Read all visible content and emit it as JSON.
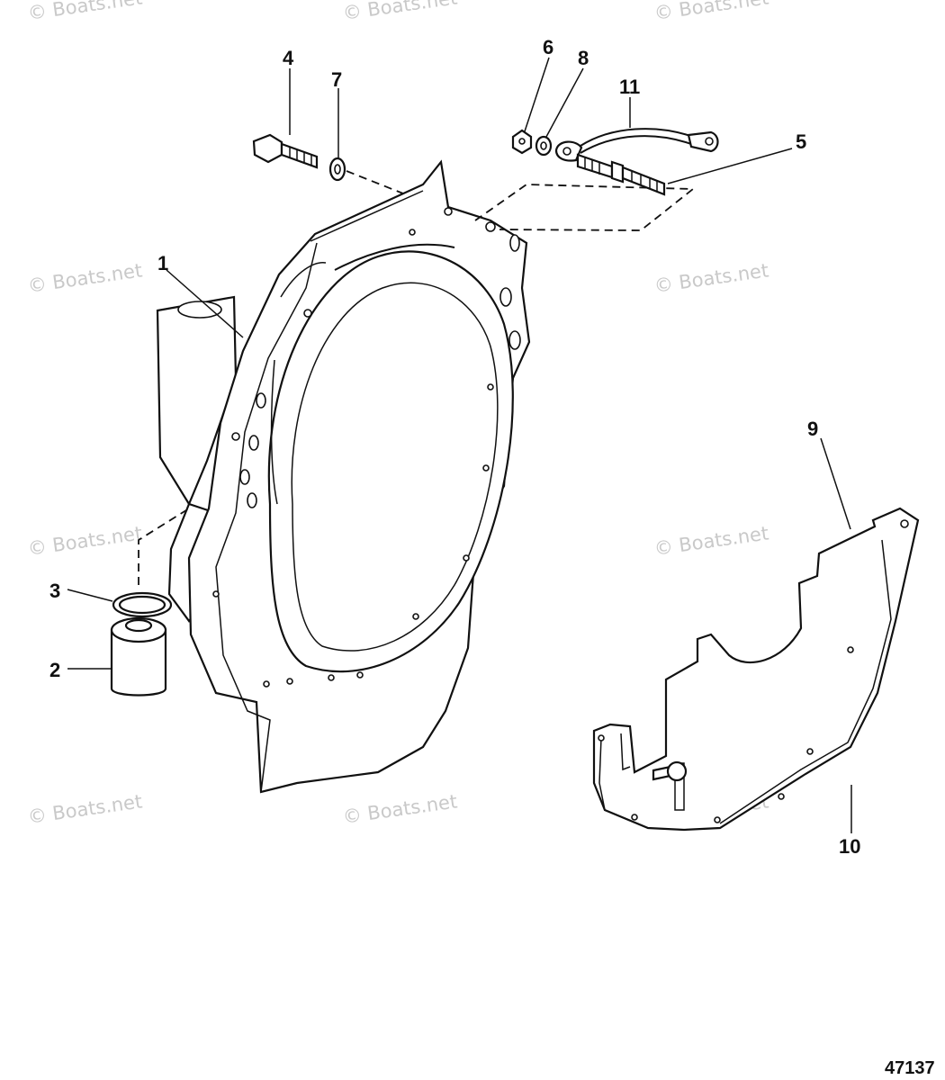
{
  "diagram": {
    "id_label": "47137",
    "watermark_text": "© Boats.net",
    "callouts": [
      "1",
      "2",
      "3",
      "4",
      "5",
      "6",
      "7",
      "8",
      "9",
      "10",
      "11"
    ]
  }
}
